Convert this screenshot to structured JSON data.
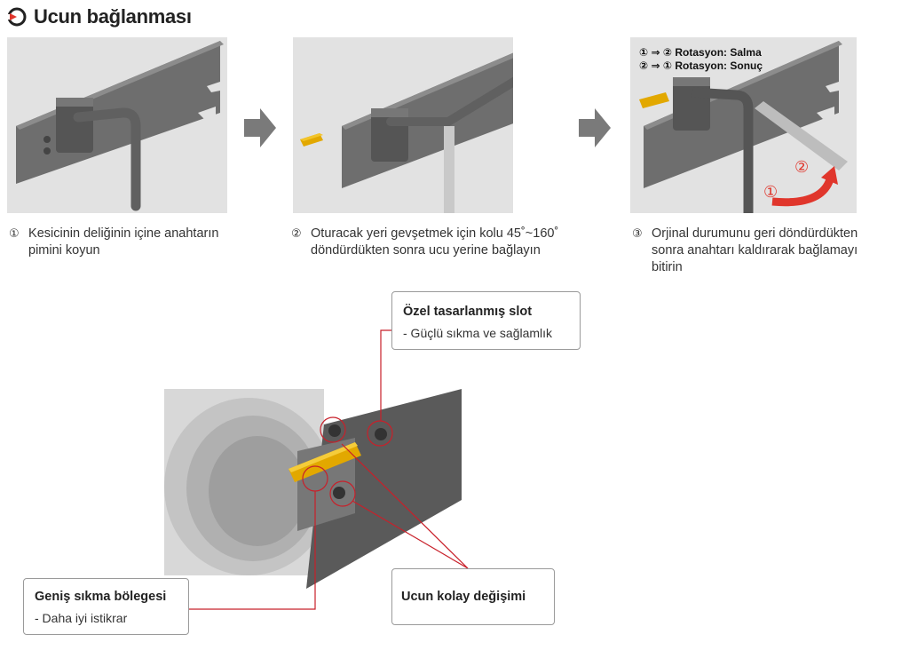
{
  "title": "Ucun bağlanması",
  "steps": [
    {
      "num": "①",
      "line1": "Kesicinin deliğinin içine anahtarın",
      "line2": "pimini koyun"
    },
    {
      "num": "②",
      "line1": "Oturacak yeri gevşetmek için kolu 45˚~160˚",
      "line2": "döndürdükten sonra ucu yerine bağlayın"
    },
    {
      "num": "③",
      "line1": "Orjinal durumunu geri döndürdükten",
      "line2": "sonra anahtarı kaldırarak bağlamayı",
      "line3": "bitirin"
    }
  ],
  "rotation": {
    "line1": "① ⇒ ② Rotasyon: Salma",
    "line2": "② ⇒ ① Rotasyon: Sonuç",
    "mark1": "①",
    "mark2": "②"
  },
  "callouts": {
    "slot": {
      "title": "Özel tasarlanmış slot",
      "sub": "-  Güçlü sıkma ve sağlamlık"
    },
    "clamp": {
      "title": "Geniş sıkma bölegesi",
      "sub": "-  Daha iyi istikrar"
    },
    "change": {
      "title": "Ucun kolay değişimi"
    }
  },
  "colors": {
    "accent": "#e0362c",
    "callout_line": "#c8202a",
    "insert": "#e2a800",
    "tool_body": "#6a6a6a"
  }
}
